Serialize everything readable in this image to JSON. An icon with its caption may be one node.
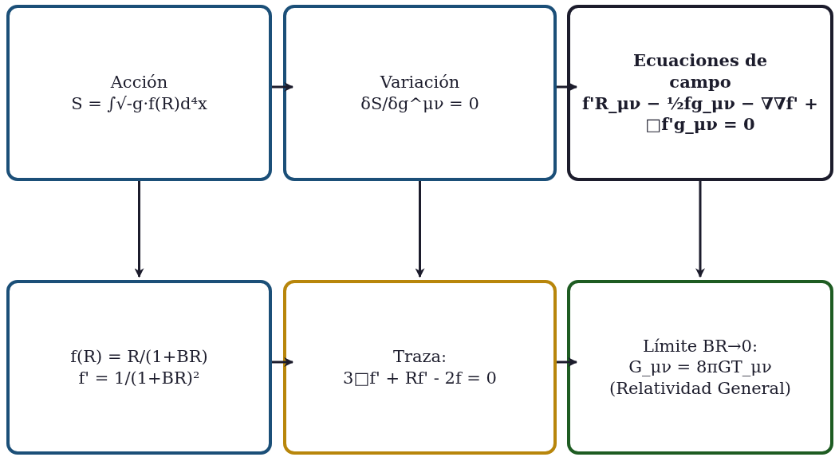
{
  "diagram": {
    "nodes": [
      {
        "text": [
          "Acción",
          "S = ∫√-g·f(R)d⁴x"
        ]
      },
      {
        "text": [
          "Variación",
          "δS/δg^μν = 0"
        ]
      },
      {
        "text": [
          "Ecuaciones de campo",
          "f'R_μν − ½fg_μν − ∇∇f' + □f'g_μν = 0"
        ]
      },
      {
        "text": [
          "f(R) = R/(1+BR)",
          "f' = 1/(1+BR)²"
        ]
      },
      {
        "text": [
          "Traza:",
          "3□f' + Rf' - 2f = 0"
        ]
      },
      {
        "text": [
          "Límite BR→0:",
          "G_μν = 8πGT_μν",
          "(Relatividad General)"
        ]
      }
    ],
    "edges": [
      {
        "from": 0,
        "to": 1,
        "arrow": "to"
      },
      {
        "from": 1,
        "to": 2,
        "arrow": "to"
      },
      {
        "from": 0,
        "to": 3,
        "arrow": "to"
      },
      {
        "from": 1,
        "to": 4,
        "arrow": "to"
      },
      {
        "from": 2,
        "to": 5,
        "arrow": "to"
      },
      {
        "from": 3,
        "to": 4,
        "arrow": "to"
      },
      {
        "from": 4,
        "to": 5,
        "arrow": "to"
      }
    ]
  }
}
